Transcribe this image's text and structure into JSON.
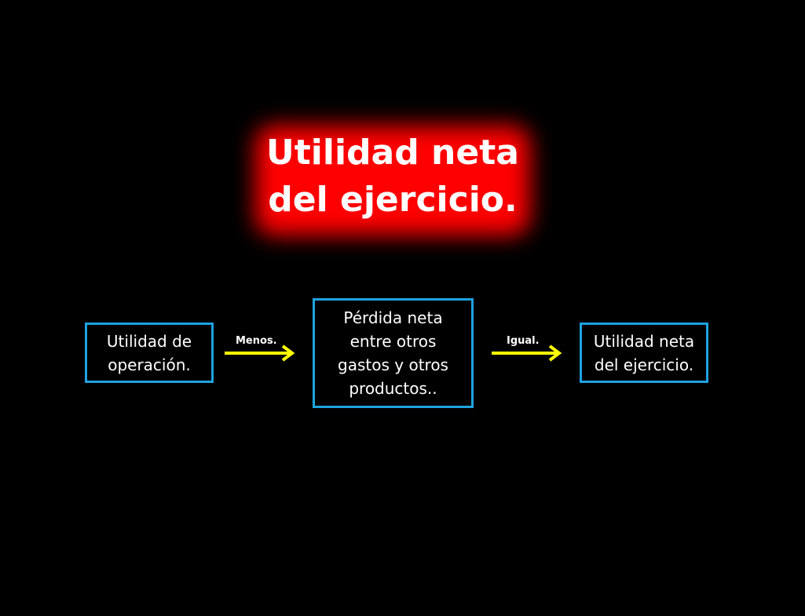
{
  "title": {
    "line1": "Utilidad neta",
    "line2": "del ejercicio."
  },
  "colors": {
    "background": "#000000",
    "title_glow": "#ff0000",
    "box_border": "#1ea3e0",
    "arrow": "#ffff00",
    "text": "#ffffff"
  },
  "flow": {
    "box1": {
      "line1": "Utilidad de",
      "line2": "operación."
    },
    "connector1": {
      "label": "Menos."
    },
    "box2": {
      "line1": "Pérdida neta",
      "line2": "entre otros",
      "line3": "gastos y otros",
      "line4": "productos.."
    },
    "connector2": {
      "label": "Igual."
    },
    "box3": {
      "line1": "Utilidad neta",
      "line2": "del ejercicio."
    }
  }
}
